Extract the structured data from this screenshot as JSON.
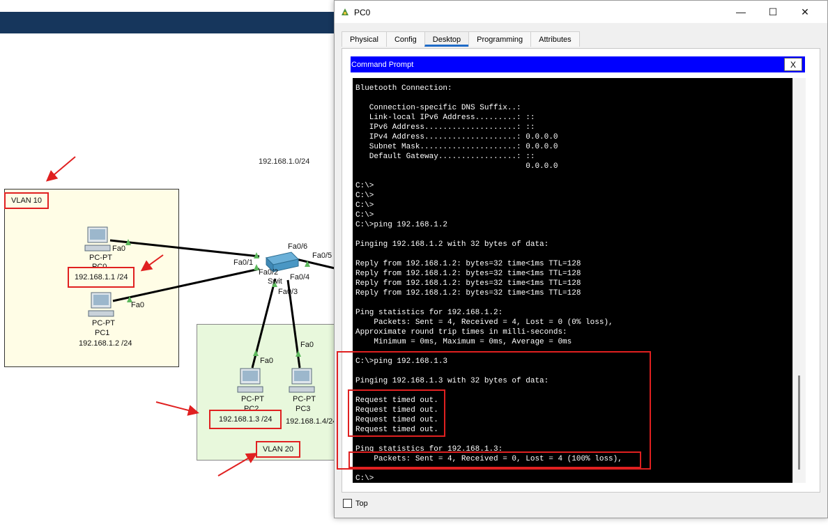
{
  "topology": {
    "network_label": "192.168.1.0/24",
    "vlan10_label": "VLAN 10",
    "vlan20_label": "VLAN 20",
    "switch_label": "Swit",
    "pcs": [
      {
        "type": "PC-PT",
        "name": "PC0",
        "ip": "192.168.1.1 /24",
        "port": "Fa0"
      },
      {
        "type": "PC-PT",
        "name": "PC1",
        "ip": "192.168.1.2 /24",
        "port": "Fa0"
      },
      {
        "type": "PC-PT",
        "name": "PC2",
        "ip": "192.168.1.3 /24",
        "port": "Fa0"
      },
      {
        "type": "PC-PT",
        "name": "PC3",
        "ip": "192.168.1.4/24",
        "port": "Fa0"
      }
    ],
    "switch_ports": [
      "Fa0/6",
      "Fa0/5",
      "Fa0/1",
      "Fa0/2",
      "Fa0/4",
      "Fa0/3"
    ],
    "colors": {
      "vlan10_bg": "#fffde6",
      "vlan20_bg": "#e8f8dc",
      "annotation": "#e02020",
      "link_up": "#5cb85c"
    }
  },
  "window": {
    "title": "PC0",
    "minimize": "—",
    "maximize": "☐",
    "close": "✕",
    "tabs": [
      "Physical",
      "Config",
      "Desktop",
      "Programming",
      "Attributes"
    ],
    "active_tab": "Desktop",
    "command_prompt_title": "Command Prompt",
    "command_prompt_close": "X",
    "top_label": "Top",
    "console_text": "Bluetooth Connection:\n\n   Connection-specific DNS Suffix..:\n   Link-local IPv6 Address.........: ::\n   IPv6 Address....................: ::\n   IPv4 Address....................: 0.0.0.0\n   Subnet Mask.....................: 0.0.0.0\n   Default Gateway.................: ::\n                                     0.0.0.0\n\nC:\\>\nC:\\>\nC:\\>\nC:\\>\nC:\\>ping 192.168.1.2\n\nPinging 192.168.1.2 with 32 bytes of data:\n\nReply from 192.168.1.2: bytes=32 time<1ms TTL=128\nReply from 192.168.1.2: bytes=32 time<1ms TTL=128\nReply from 192.168.1.2: bytes=32 time<1ms TTL=128\nReply from 192.168.1.2: bytes=32 time<1ms TTL=128\n\nPing statistics for 192.168.1.2:\n    Packets: Sent = 4, Received = 4, Lost = 0 (0% loss),\nApproximate round trip times in milli-seconds:\n    Minimum = 0ms, Maximum = 0ms, Average = 0ms\n\nC:\\>ping 192.168.1.3\n\nPinging 192.168.1.3 with 32 bytes of data:\n\nRequest timed out.\nRequest timed out.\nRequest timed out.\nRequest timed out.\n\nPing statistics for 192.168.1.3:\n    Packets: Sent = 4, Received = 0, Lost = 4 (100% loss),\n\nC:\\>"
  }
}
